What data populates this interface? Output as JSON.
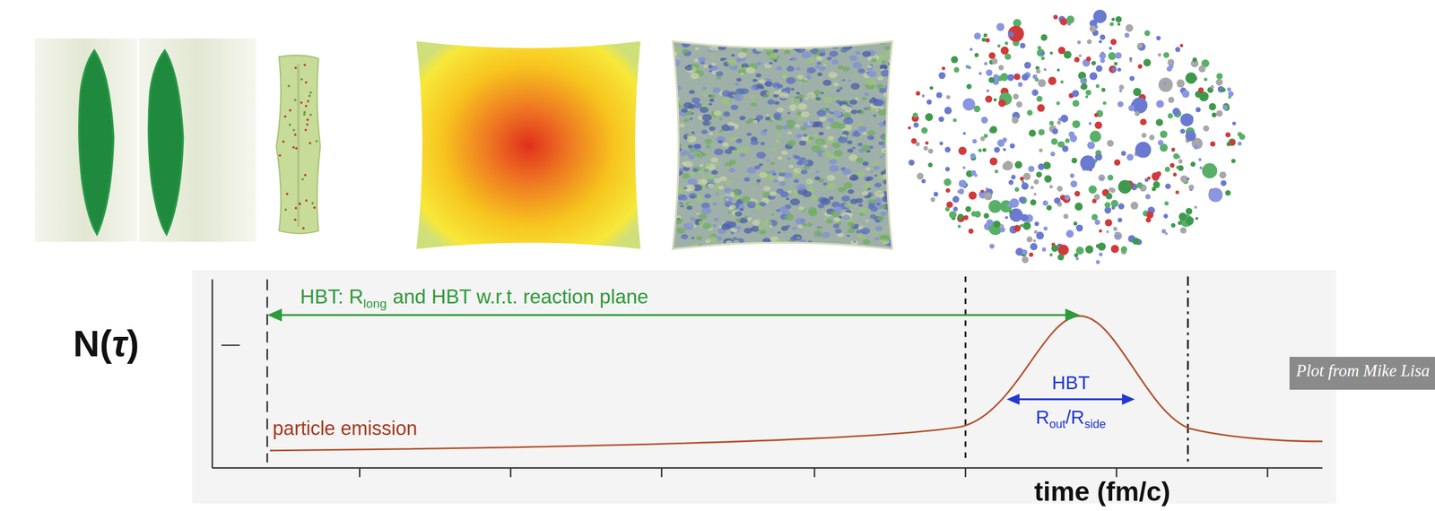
{
  "diagram": {
    "nodes": [
      {
        "text": [
          "Plot from Mike Lisa"
        ]
      }
    ],
    "labels": [
      "N(",
      "τ",
      ")",
      "HBT: R",
      "long",
      "and HBT w.r.t. reaction plane",
      "HBT",
      "R",
      "out",
      "/R",
      "side",
      "particle emission",
      "time (fm/c)"
    ]
  }
}
